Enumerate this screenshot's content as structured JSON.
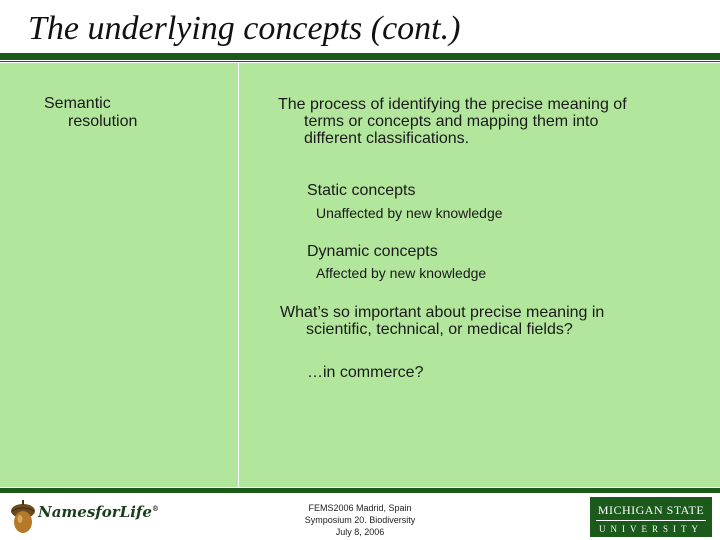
{
  "slide": {
    "title": "The underlying concepts (cont.)",
    "left_heading": {
      "line1": "Semantic",
      "line2": "resolution"
    },
    "body": {
      "definition_line1": "The process of identifying the precise meaning of",
      "definition_line2": "terms or concepts and mapping them into",
      "definition_line3": "different classifications.",
      "static_title": "Static concepts",
      "static_desc": "Unaffected by new knowledge",
      "dynamic_title": "Dynamic concepts",
      "dynamic_desc": "Affected by new knowledge",
      "question_line1": "What’s so important about precise meaning in",
      "question_line2": "scientific, technical, or medical fields?",
      "commerce": "…in commerce?"
    }
  },
  "footer": {
    "event_line1": "FEMS2006 Madrid, Spain",
    "event_line2": "Symposium 20. Biodiversity",
    "event_line3": "July 8, 2006",
    "left_logo_text": "NamesforLife",
    "left_logo_mark": "®",
    "right_logo_line1": "MICHIGAN STATE",
    "right_logo_line2": "UNIVERSITY"
  },
  "colors": {
    "panel_green": "#b2e69c",
    "rule_green": "#1c5a1c"
  }
}
